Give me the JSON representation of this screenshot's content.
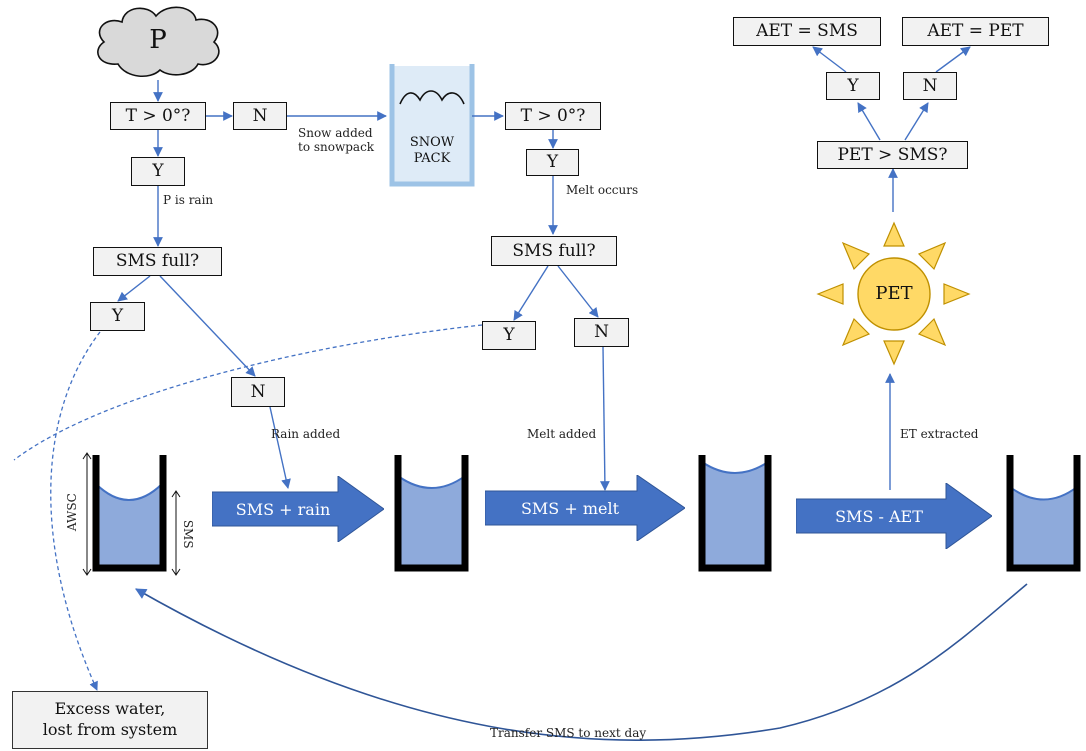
{
  "colors": {
    "arrow_blue": "#4472c4",
    "water_fill": "#8eaadb",
    "water_top": "#4472c4",
    "snowpack_fill": "#deebf7",
    "snowpack_edge": "#9dc3e6",
    "sun_fill": "#ffd966",
    "sun_edge": "#bf9000",
    "cloud_fill": "#d9d9d9",
    "box_fill": "#f2f2f2"
  },
  "icons": {
    "cloud": "cloud-icon",
    "snowpack": "snowpack-container-icon",
    "sun": "sun-icon",
    "bucket": "soil-moisture-bucket-icon"
  },
  "precip": {
    "label": "P"
  },
  "rain_branch": {
    "temp_check": "T > 0°?",
    "no": "N",
    "yes": "Y",
    "p_is_rain": "P is rain",
    "sms_full": "SMS full?",
    "full_yes": "Y",
    "full_no": "N",
    "rain_added": "Rain added"
  },
  "snow": {
    "snow_added": "Snow added\nto snowpack",
    "pack_label_line1": "SNOW",
    "pack_label_line2": "PACK"
  },
  "melt_branch": {
    "temp_check": "T > 0°?",
    "yes": "Y",
    "melt_occurs": "Melt occurs",
    "sms_full": "SMS full?",
    "full_yes": "Y",
    "full_no": "N",
    "melt_added": "Melt added"
  },
  "et_branch": {
    "aet_sms": "AET = SMS",
    "aet_pet": "AET = PET",
    "yes": "Y",
    "no": "N",
    "pet_check": "PET > SMS?",
    "pet": "PET",
    "et_extracted": "ET extracted"
  },
  "flow": {
    "step1": "SMS + rain",
    "step2": "SMS + melt",
    "step3": "SMS - AET"
  },
  "axes": {
    "awsc": "AWSC",
    "sms": "SMS"
  },
  "excess": {
    "line1": "Excess water,",
    "line2": "lost from system"
  },
  "transfer": "Transfer SMS to next day"
}
